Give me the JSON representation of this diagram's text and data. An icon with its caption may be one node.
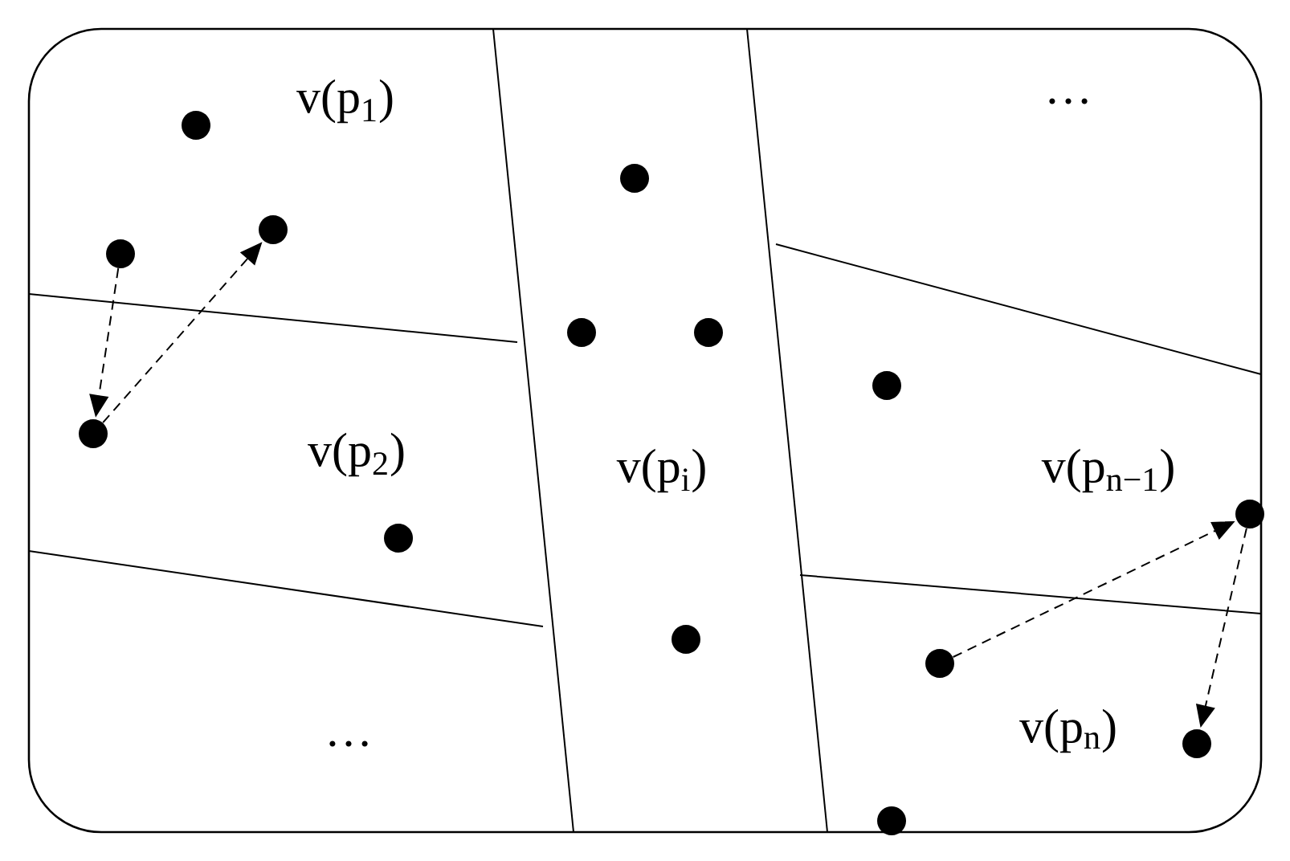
{
  "diagram": {
    "nodes": [
      {
        "text": [],
        "shape": "circle"
      },
      {
        "text": [],
        "shape": "circle"
      },
      {
        "text": [],
        "shape": "circle"
      },
      {
        "text": [],
        "shape": "circle"
      },
      {
        "text": [],
        "shape": "circle"
      },
      {
        "text": [],
        "shape": "circle"
      },
      {
        "text": [],
        "shape": "circle"
      },
      {
        "text": [],
        "shape": "circle"
      },
      {
        "text": [],
        "shape": "circle"
      },
      {
        "text": [],
        "shape": "circle"
      },
      {
        "text": [],
        "shape": "circle"
      },
      {
        "text": [],
        "shape": "circle"
      },
      {
        "text": [],
        "shape": "circle"
      },
      {
        "text": [],
        "shape": "circle"
      }
    ],
    "edges": [
      {
        "from": 3,
        "to": 7,
        "arrow": "to",
        "style": "dashed"
      },
      {
        "from": 7,
        "to": 2,
        "arrow": "to",
        "style": "dashed"
      },
      {
        "from": 11,
        "to": 8,
        "arrow": "to",
        "style": "dashed"
      },
      {
        "from": 8,
        "to": 12,
        "arrow": "to",
        "style": "dashed"
      }
    ],
    "labels": [
      "v(p$_{1}$)",
      "…",
      "v(p$_{2}$)",
      "v(p$_{i}$)",
      "v(p$_{n−1}$)",
      "v(p$_{n}$)",
      "…"
    ]
  }
}
